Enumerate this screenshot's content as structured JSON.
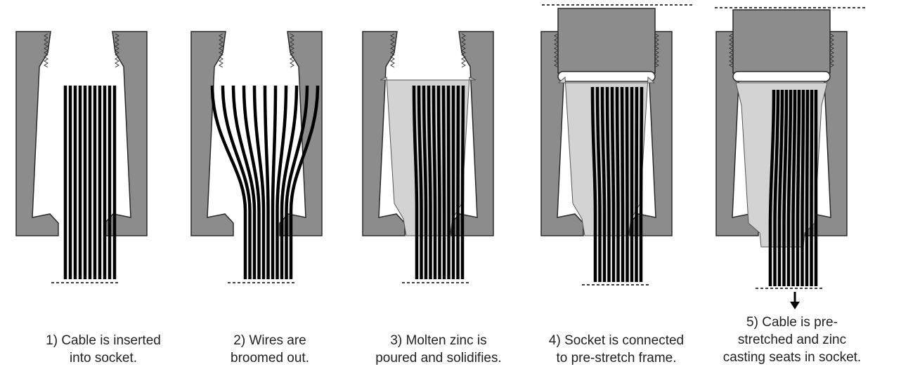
{
  "colors": {
    "socket": "#8c8c8c",
    "socket_outline": "#2b2b2b",
    "zinc": "#d3d3d3",
    "wire": "#000000",
    "background": "#ffffff"
  },
  "icons": {
    "thread": "thread-teeth-icon",
    "arrow": "down-arrow-icon"
  },
  "steps": [
    {
      "line1": "1) Cable is inserted",
      "line2": "into socket.",
      "line3": ""
    },
    {
      "line1": "2) Wires are",
      "line2": "broomed out.",
      "line3": ""
    },
    {
      "line1": "3) Molten zinc is",
      "line2": "poured and solidifies.",
      "line3": ""
    },
    {
      "line1": "4) Socket is connected",
      "line2": "to pre-stretch frame.",
      "line3": ""
    },
    {
      "line1": "5) Cable is pre-",
      "line2": "stretched and zinc",
      "line3": "casting seats in socket."
    }
  ]
}
